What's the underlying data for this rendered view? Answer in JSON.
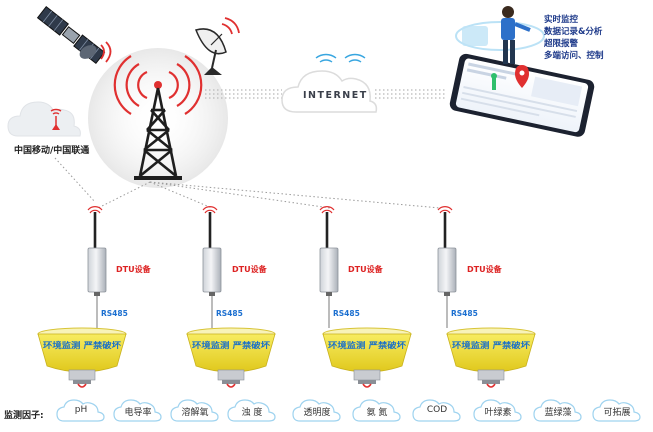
{
  "features": [
    "实时监控",
    "数据记录&分析",
    "超限报警",
    "多端访问、控制"
  ],
  "carrier_label": "中国移动/中国联通",
  "internet_label": "INTERNET",
  "dtu_label": "DTU设备",
  "rs485_label": "RS485",
  "buoy_text": "环境监测  严禁破坏",
  "factors_title": "监测因子:",
  "factors": [
    "pH",
    "电导率",
    "溶解氧",
    "浊 度",
    "透明度",
    "氨 氮",
    "COD",
    "叶绿素",
    "蓝绿藻",
    "可拓展"
  ],
  "colors": {
    "dtu_red": "#dd2222",
    "rs485_blue": "#1b6fd0",
    "buoy_yellow": "#f3e03a",
    "feature_navy": "#1e3a8a",
    "tower_dark": "#1e1e1e",
    "chip_outline": "#9fd3ef"
  },
  "icons": [
    "satellite-icon",
    "satellite-dish-icon",
    "cloud-icon",
    "signal-tower-icon",
    "phone-app-icon",
    "dtu-device-icon",
    "water-sensor-buoy-icon"
  ]
}
